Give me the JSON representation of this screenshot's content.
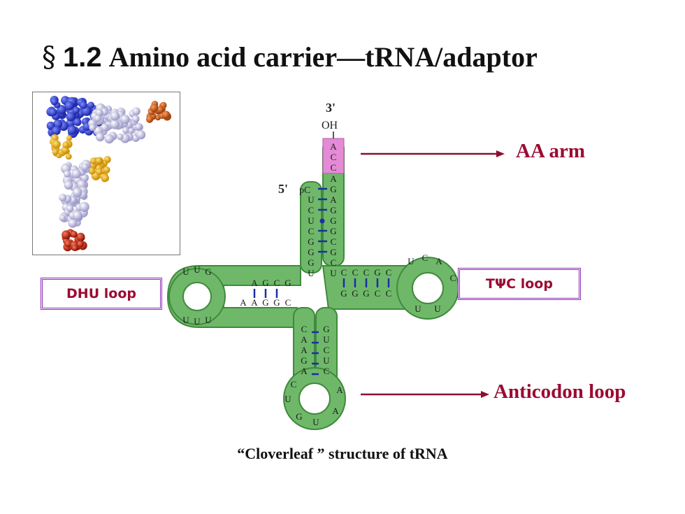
{
  "title": {
    "symbol": "§",
    "number": "1.2",
    "text": "Amino acid carrier—tRNA/adaptor"
  },
  "diagram": {
    "three_prime": "3'",
    "oh": "OH",
    "five_prime": "5'",
    "pc": "pC",
    "acc": [
      "A",
      "C",
      "C"
    ],
    "acceptor_3prime_strand": [
      "A",
      "G",
      "A",
      "G",
      "G",
      "G",
      "C",
      "G",
      "C",
      "U"
    ],
    "acceptor_5prime_strand": [
      "U",
      "C",
      "U",
      "C",
      "G",
      "G",
      "G",
      "U"
    ],
    "dhu_top": [
      "A",
      "G",
      "C",
      "G"
    ],
    "dhu_bottom": [
      "A",
      "A",
      "G",
      "G",
      "C"
    ],
    "dhu_loop_top": [
      "U",
      "U",
      "G"
    ],
    "dhu_loop_bottom": [
      "U",
      "U",
      "U"
    ],
    "tpsic_top": [
      "C",
      "C",
      "C",
      "G",
      "C"
    ],
    "tpsic_bottom": [
      "G",
      "G",
      "G",
      "C",
      "C"
    ],
    "tpsic_loop": [
      "U",
      "C",
      "A",
      "C",
      "U",
      "U"
    ],
    "anticodon_stem_left": [
      "C",
      "A",
      "A",
      "G",
      "A"
    ],
    "anticodon_stem_right": [
      "G",
      "U",
      "C",
      "U",
      "C"
    ],
    "anticodon_loop": [
      "C",
      "U",
      "G",
      "U",
      "A",
      "A"
    ]
  },
  "labels": {
    "aa_arm": "AA arm",
    "dhu_loop": "DHU loop",
    "tpsic_loop": "TΨC loop",
    "anticodon_loop": "Anticodon loop"
  },
  "caption": "“Cloverleaf ” structure of tRNA",
  "colors": {
    "label_red": "#9b0b32",
    "box_border": "#8c2db5",
    "cloverleaf_green": "#6fb86a",
    "cloverleaf_edge": "#3f8a3c",
    "acc_pink": "#e58ad6",
    "pair_blue": "#1b2ea8"
  }
}
